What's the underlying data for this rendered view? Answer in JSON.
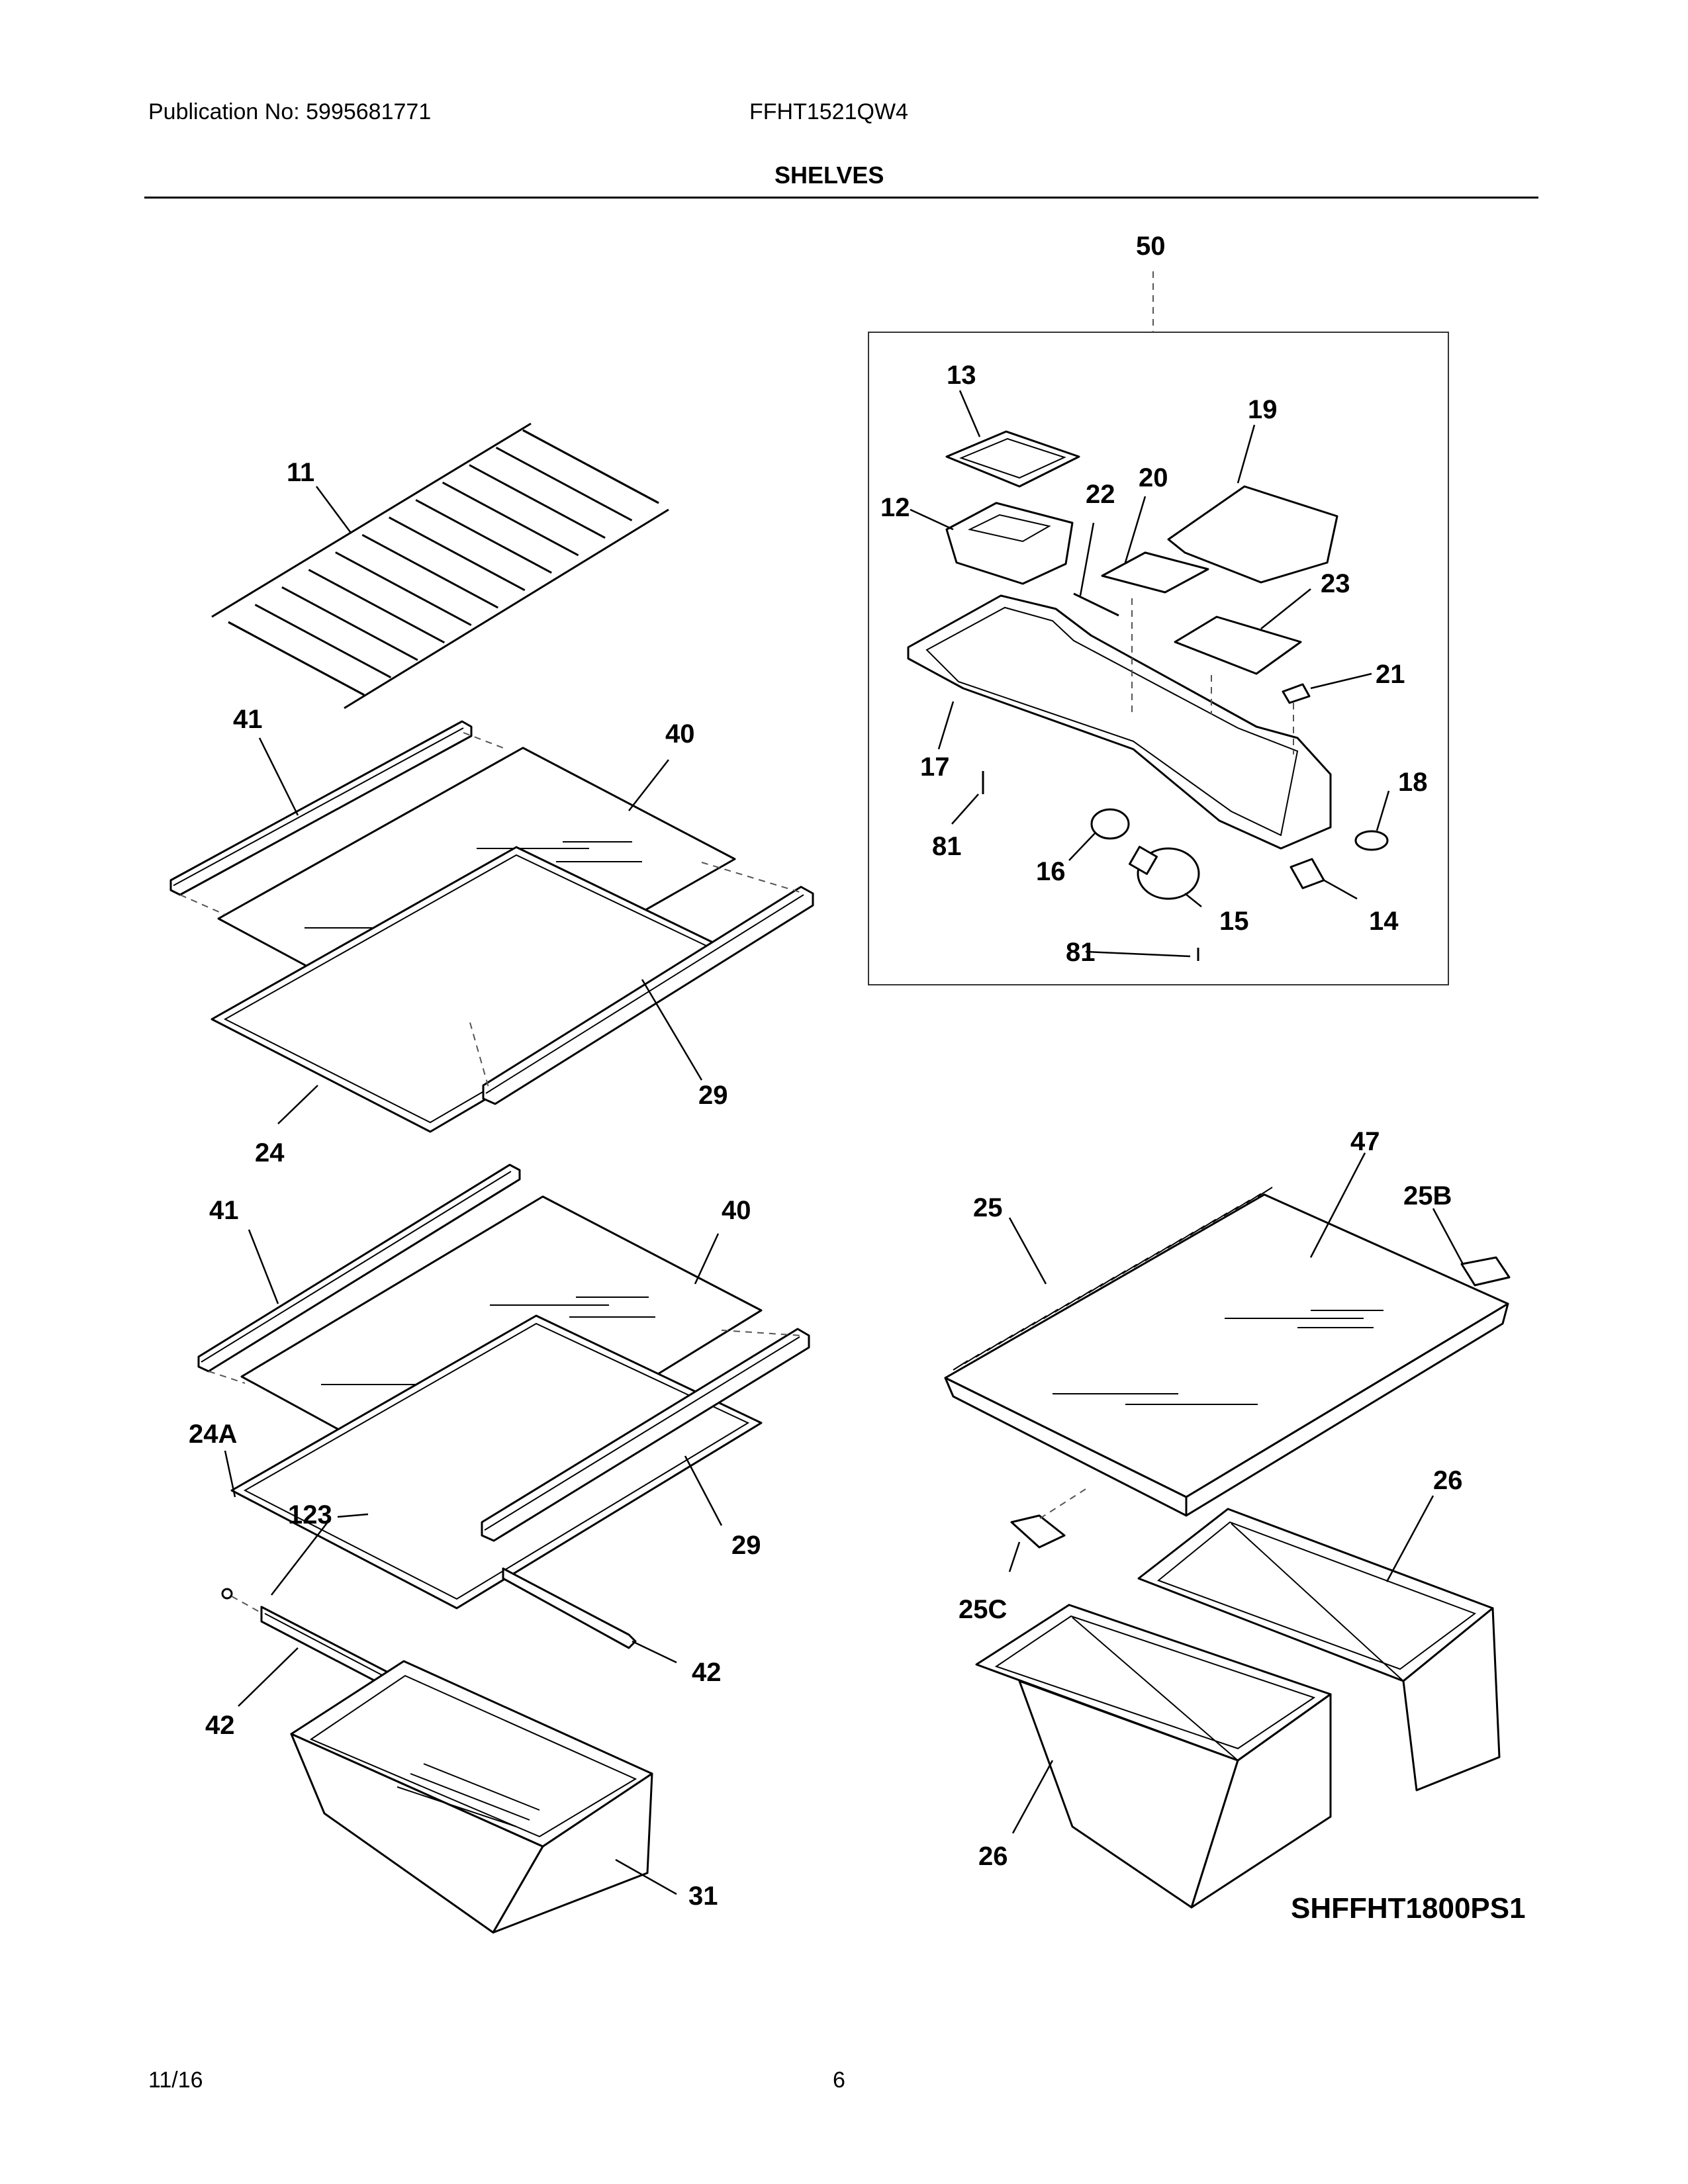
{
  "header": {
    "publication": "Publication No: 5995681771",
    "model": "FFHT1521QW4",
    "section_title": "SHELVES"
  },
  "footer": {
    "date": "11/16",
    "page": "6"
  },
  "diagram_code": "SHFFHT1800PS1",
  "callouts": {
    "c11": "11",
    "c41a": "41",
    "c40a": "40",
    "c29a": "29",
    "c24": "24",
    "c41b": "41",
    "c40b": "40",
    "c24A": "24A",
    "c123": "123",
    "c29b": "29",
    "c42a": "42",
    "c42b": "42",
    "c31": "31",
    "c50": "50",
    "c13": "13",
    "c19": "19",
    "c12": "12",
    "c22": "22",
    "c20": "20",
    "c23": "23",
    "c21": "21",
    "c17": "17",
    "c18": "18",
    "c81a": "81",
    "c16": "16",
    "c15": "15",
    "c14": "14",
    "c81b": "81",
    "c47": "47",
    "c25": "25",
    "c25B": "25B",
    "c26a": "26",
    "c25C": "25C",
    "c26b": "26"
  }
}
